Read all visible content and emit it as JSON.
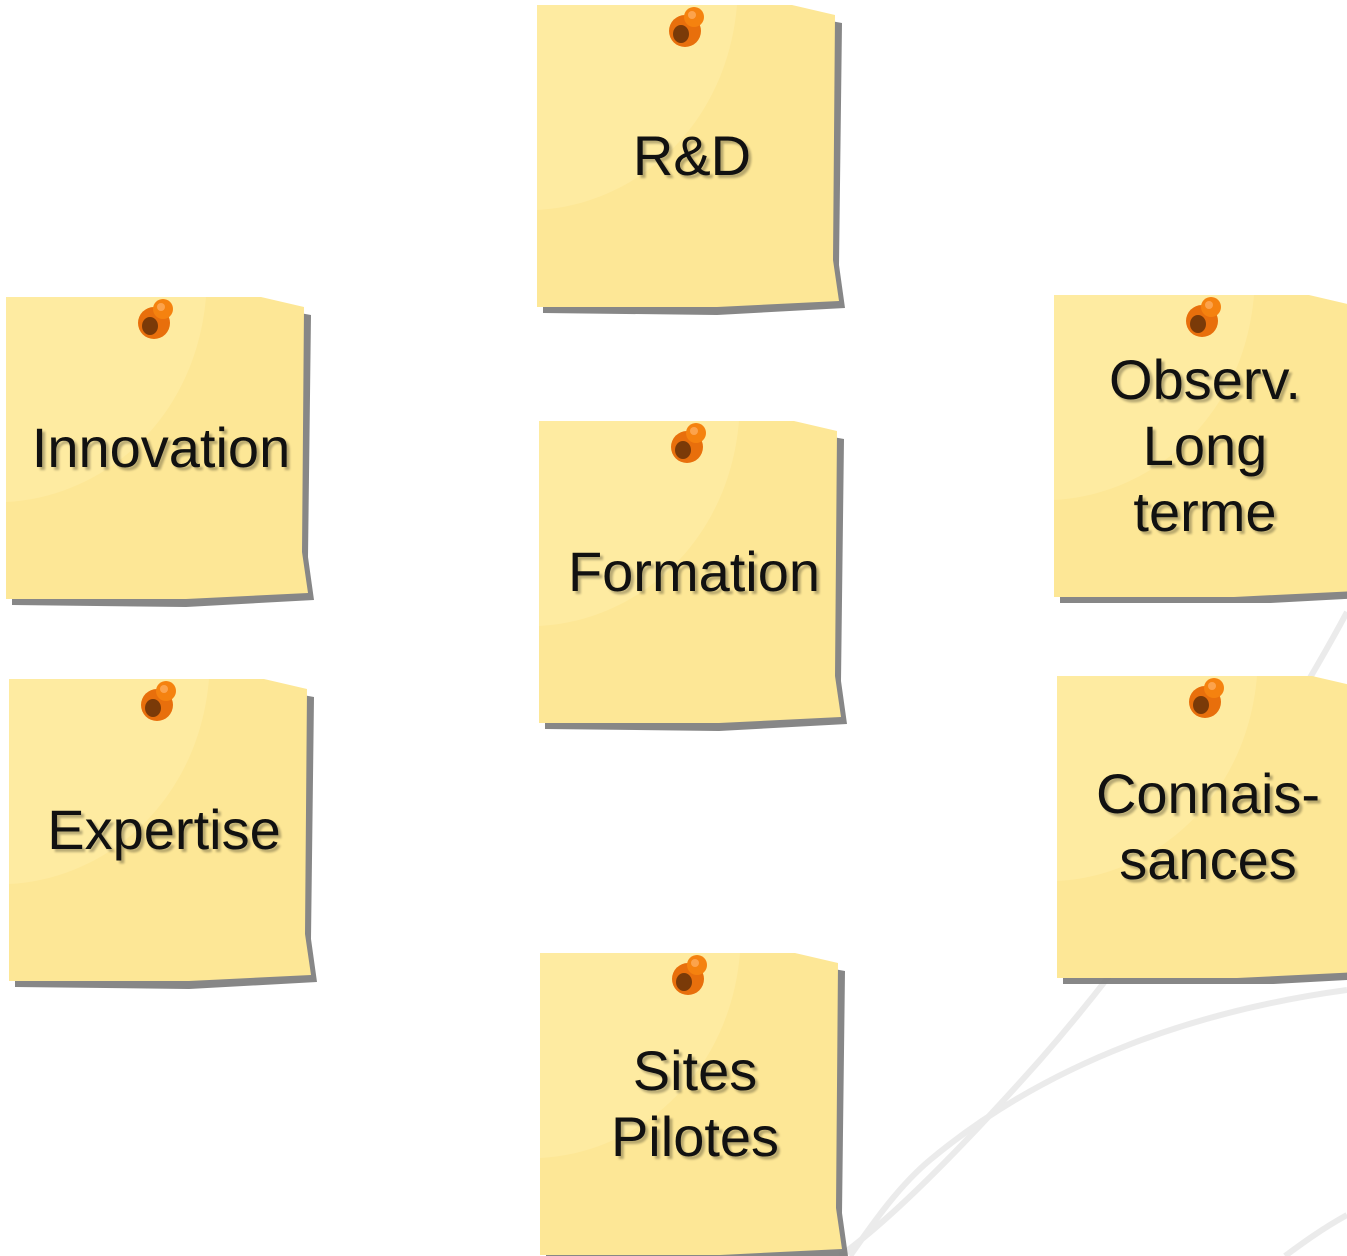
{
  "colors": {
    "paper": "#fde796",
    "paper_shadow": "#7a7a7a",
    "pin": "#f07b0f",
    "pin_dark": "#7a3a08",
    "curves": "#e8e8e8",
    "text": "#111111"
  },
  "notes": [
    {
      "id": "rd",
      "lines": [
        "R&D"
      ]
    },
    {
      "id": "innovation",
      "lines": [
        "Innovation"
      ]
    },
    {
      "id": "formation",
      "lines": [
        "Formation"
      ]
    },
    {
      "id": "observ",
      "lines": [
        "Observ.",
        "Long",
        "terme"
      ]
    },
    {
      "id": "expertise",
      "lines": [
        "Expertise"
      ]
    },
    {
      "id": "connaissances",
      "lines": [
        "Connais-",
        "sances"
      ]
    },
    {
      "id": "sites",
      "lines": [
        "Sites",
        "Pilotes"
      ]
    }
  ]
}
